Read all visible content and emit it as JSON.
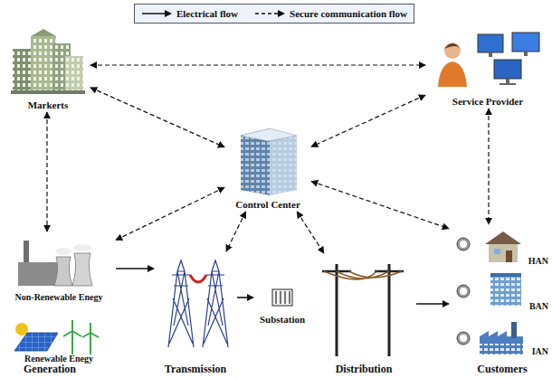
{
  "diagram": {
    "nodes": [
      {
        "text": [
          "Markerts"
        ]
      },
      {
        "text": [
          "Service Provider"
        ]
      },
      {
        "text": [
          "Control Center"
        ]
      },
      {
        "text": [
          "Non-Renewable Enegy"
        ]
      },
      {
        "text": [
          "Renewable Enegy"
        ]
      },
      {
        "text": [
          "Transmission"
        ]
      },
      {
        "text": [
          "Substation"
        ]
      },
      {
        "text": [
          "Distribution"
        ]
      },
      {
        "text": [
          "HAN"
        ]
      },
      {
        "text": [
          "BAN"
        ]
      },
      {
        "text": [
          "IAN"
        ]
      }
    ],
    "edges": [
      {
        "from": 0,
        "to": 1,
        "arrow": "both"
      },
      {
        "from": 0,
        "to": 2,
        "arrow": "both"
      },
      {
        "from": 1,
        "to": 2,
        "arrow": "both"
      },
      {
        "from": 0,
        "to": 3,
        "arrow": "both"
      },
      {
        "from": 1,
        "to": 8,
        "arrow": "both"
      },
      {
        "from": 2,
        "to": 3,
        "arrow": "both"
      },
      {
        "from": 2,
        "to": 5,
        "arrow": "both"
      },
      {
        "from": 2,
        "to": 7,
        "arrow": "both"
      },
      {
        "from": 2,
        "to": 8,
        "arrow": "both"
      },
      {
        "from": 3,
        "to": 5,
        "arrow": "to"
      },
      {
        "from": 5,
        "to": 6,
        "arrow": "to"
      },
      {
        "from": 7,
        "to": 9,
        "arrow": "to"
      }
    ],
    "labels": [
      "Generation",
      "Customers"
    ],
    "legend": [
      {
        "text": "Electrical flow"
      },
      {
        "text": "Secure communication flow"
      }
    ]
  }
}
